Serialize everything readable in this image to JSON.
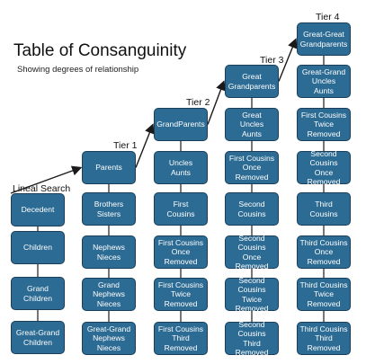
{
  "title": "Table of Consanguinity",
  "subtitle": "Showing degrees of relationship",
  "lineal_label": "Lineal Search",
  "tiers": [
    "Tier 1",
    "Tier 2",
    "Tier 3",
    "Tier 4"
  ],
  "columns": [
    [
      "Decedent",
      "Children",
      "Grand\nChildren",
      "Great-Grand\nChildren"
    ],
    [
      "Parents",
      "Brothers\nSisters",
      "Nephews\nNieces",
      "Grand\nNephews\nNieces",
      "Great-Grand\nNephews\nNieces"
    ],
    [
      "GrandParents",
      "Uncles\nAunts",
      "First\nCousins",
      "First Cousins\nOnce Removed",
      "First Cousins\nTwice Removed",
      "First Cousins\nThird Removed"
    ],
    [
      "Great\nGrandparents",
      "Great\nUncles\nAunts",
      "First Cousins\nOnce Removed",
      "Second\nCousins",
      "Second Cousins\nOnce Removed",
      "Second Cousins\nTwice Removed",
      "Second Cousins\nThird Removed"
    ],
    [
      "Great-Great\nGrandparents",
      "Great-Grand\nUncles\nAunts",
      "First Cousins\nTwice Removed",
      "Second Cousins\nOnce Removed",
      "Third\nCousins",
      "Third Cousins\nOnce Removed",
      "Third Cousins\nTwice Removed",
      "Third Cousins\nThird Removed"
    ]
  ],
  "colors": {
    "box_fill": "#2c6b93",
    "box_border": "#1c3e58",
    "line": "#1a1a1a"
  }
}
